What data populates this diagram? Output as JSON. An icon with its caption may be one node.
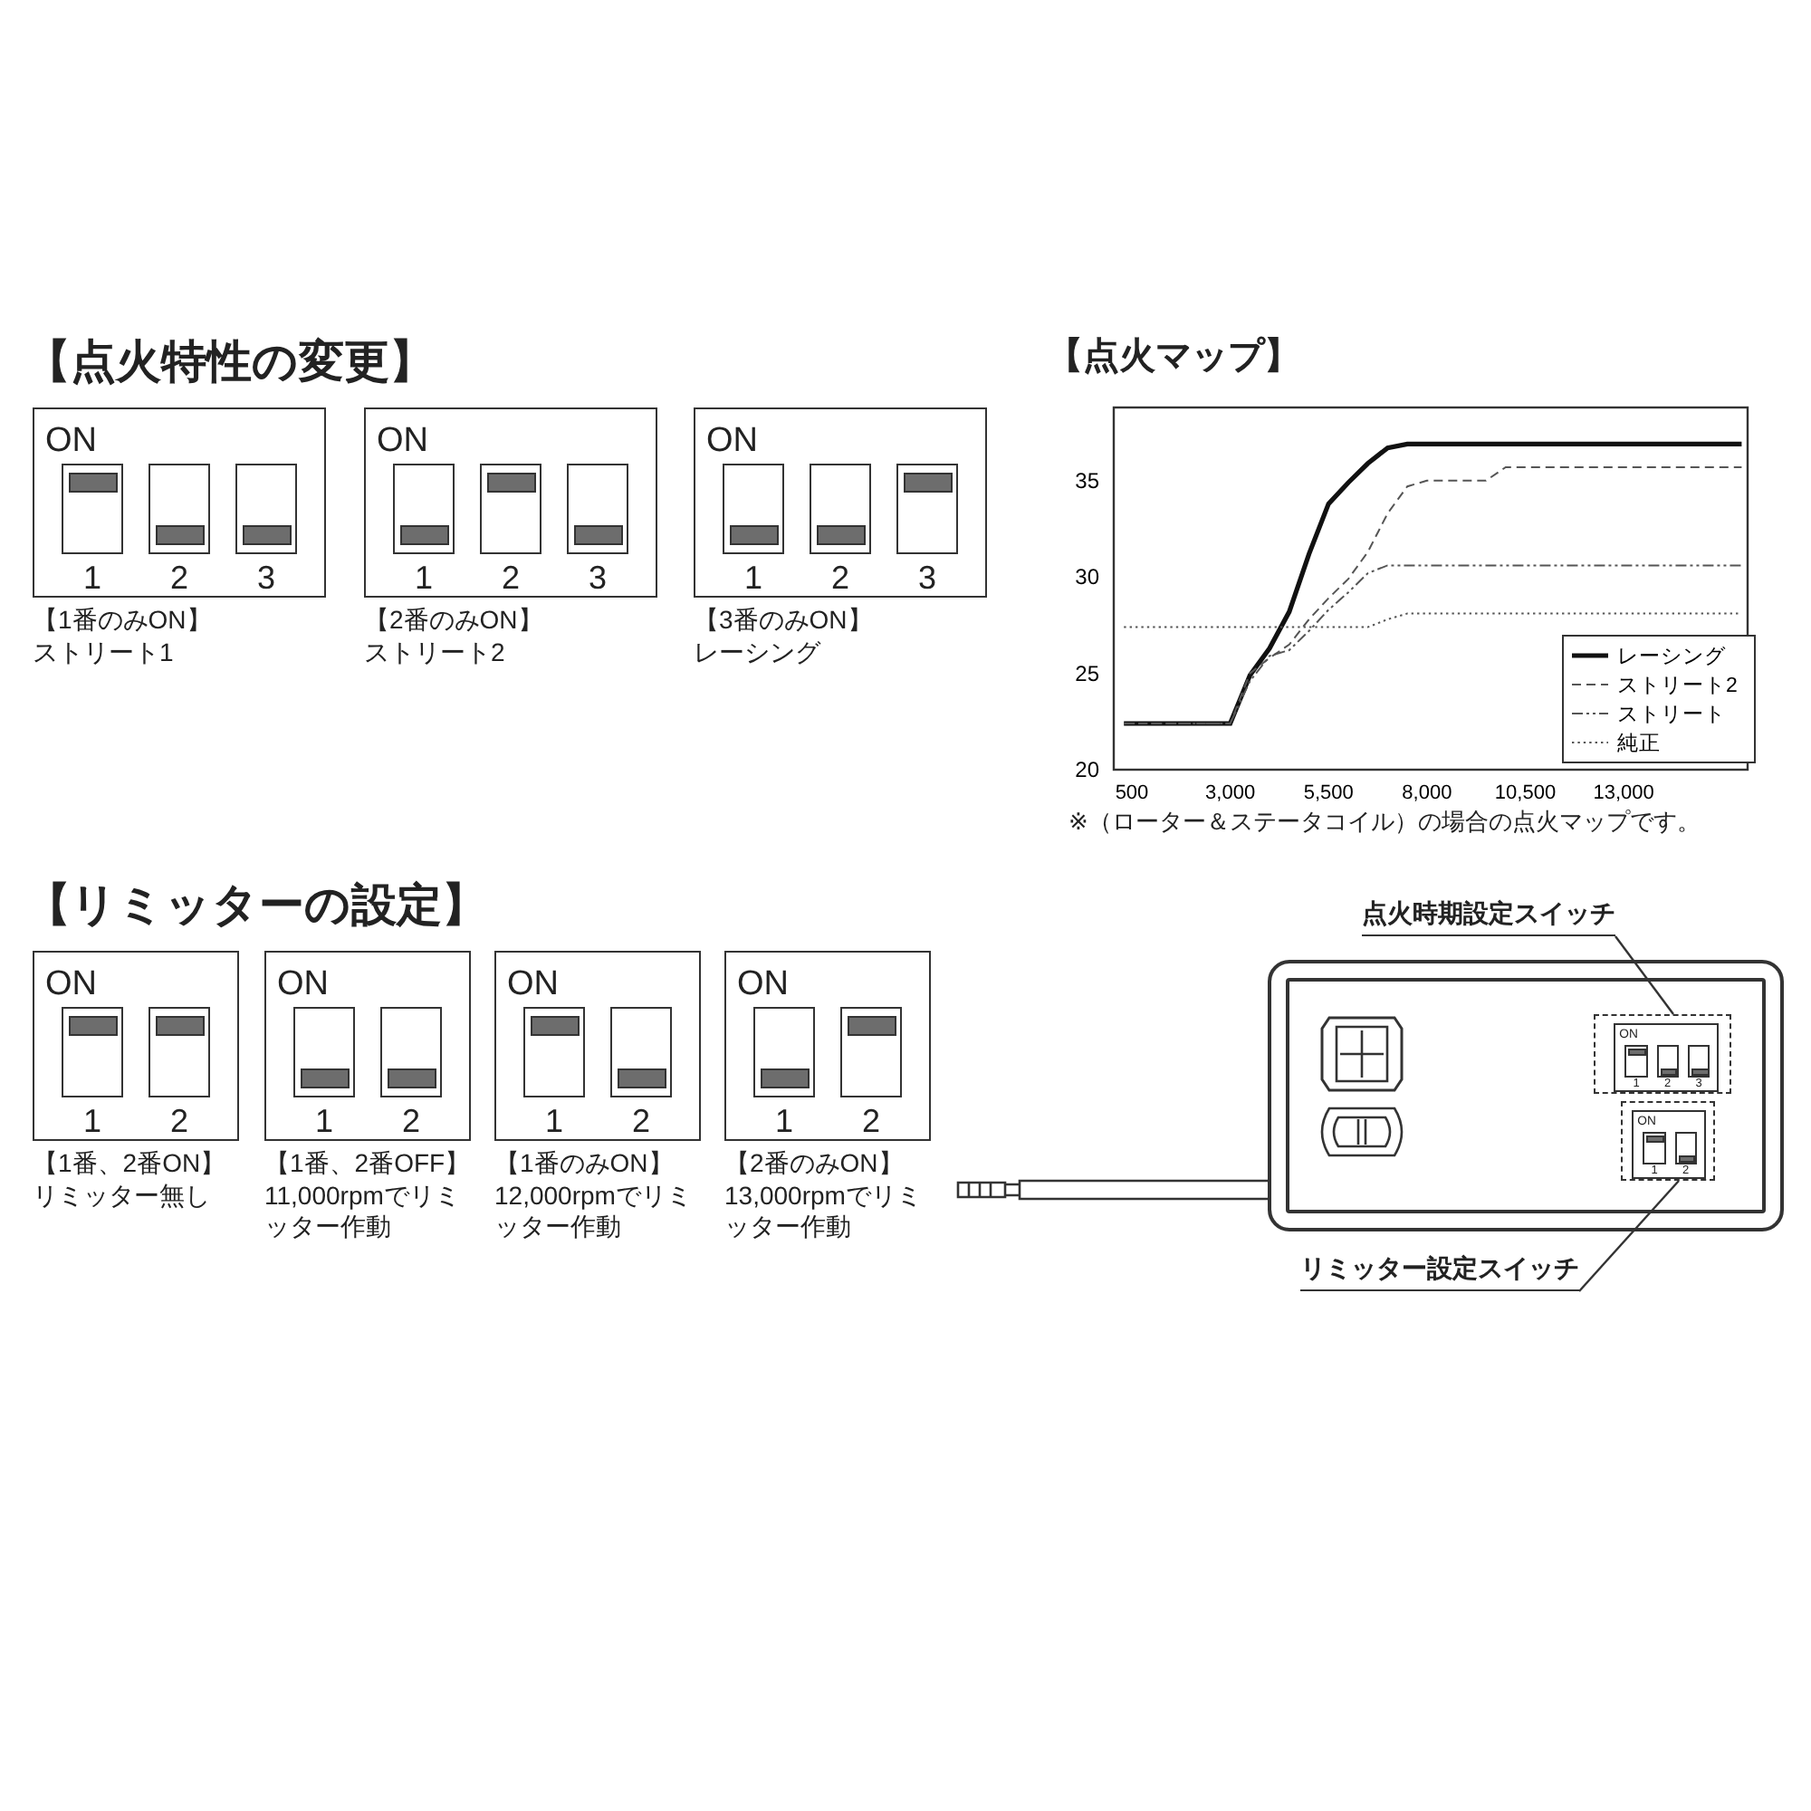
{
  "diagram": {
    "nodes": [
      {
        "text": [
          "ON"
        ],
        "beside": [
          "【1番のみON】",
          "ストリート1"
        ]
      },
      {
        "text": [
          "1"
        ],
        "in": 0
      },
      {
        "text": [
          "2"
        ],
        "in": 0
      },
      {
        "text": [
          "3"
        ],
        "in": 0
      },
      {
        "text": [
          "ON"
        ],
        "beside": [
          "【2番のみON】",
          "ストリート2"
        ]
      },
      {
        "text": [
          "1"
        ],
        "in": 4
      },
      {
        "text": [
          "2"
        ],
        "in": 4
      },
      {
        "text": [
          "3"
        ],
        "in": 4
      },
      {
        "text": [
          "ON"
        ],
        "beside": [
          "【3番のみON】",
          "レーシング"
        ]
      },
      {
        "text": [
          "1"
        ],
        "in": 8
      },
      {
        "text": [
          "2"
        ],
        "in": 8
      },
      {
        "text": [
          "3"
        ],
        "in": 8
      },
      {
        "text": [
          "ON"
        ],
        "beside": [
          "【1番、2番ON】",
          "リミッター無し"
        ]
      },
      {
        "text": [
          "1"
        ],
        "in": 12
      },
      {
        "text": [
          "2"
        ],
        "in": 12
      },
      {
        "text": [
          "ON"
        ],
        "beside": [
          "【1番、2番OFF】",
          "11,000rpmでリミッター作動"
        ]
      },
      {
        "text": [
          "1"
        ],
        "in": 15
      },
      {
        "text": [
          "2"
        ],
        "in": 15
      },
      {
        "text": [
          "ON"
        ],
        "beside": [
          "【1番のみON】",
          "12,000rpmでリミッター作動"
        ]
      },
      {
        "text": [
          "1"
        ],
        "in": 18
      },
      {
        "text": [
          "2"
        ],
        "in": 18
      },
      {
        "text": [
          "ON"
        ],
        "beside": [
          "【2番のみON】",
          "13,000rpmでリミッター作動"
        ]
      },
      {
        "text": [
          "1"
        ],
        "in": 21
      },
      {
        "text": [
          "2"
        ],
        "in": 21
      },
      {
        "text": [
          "点火時期設定スイッチ"
        ]
      },
      {
        "text": [],
        "shape": "box"
      },
      {
        "text": [],
        "shape": "box",
        "in": 25
      },
      {
        "text": [
          "ON"
        ],
        "in": 26
      },
      {
        "text": [
          "1"
        ],
        "in": 27
      },
      {
        "text": [
          "2"
        ],
        "in": 27
      },
      {
        "text": [
          "3"
        ],
        "in": 27
      },
      {
        "text": [],
        "shape": "box",
        "in": 25
      },
      {
        "text": [
          "ON"
        ],
        "in": 31
      },
      {
        "text": [
          "1"
        ],
        "in": 32
      },
      {
        "text": [
          "2"
        ],
        "in": 32
      },
      {
        "text": [
          "リミッター設定スイッチ"
        ]
      }
    ],
    "edges": [
      {
        "from": 24,
        "to": 26,
        "arrow": "none"
      },
      {
        "from": 35,
        "to": 31,
        "arrow": "none"
      }
    ],
    "labels": [
      "【点火特性の変更】",
      "【リミッターの設定】",
      "※（ローター＆ステータコイル）の場合の点火マップです。"
    ],
    "chart_data": {
      "type": "line",
      "title": "【点火マップ】",
      "x": [
        300,
        3000,
        3500,
        4000,
        4500,
        5000,
        5500,
        6000,
        6500,
        7000,
        7500,
        8000,
        9500,
        10000,
        16000
      ],
      "series": [
        {
          "name": "レーシング",
          "color": "#111111",
          "line_style": "solid",
          "values": [
            22.4,
            22.4,
            24.9,
            26.3,
            28.2,
            31.2,
            33.8,
            34.9,
            35.9,
            36.7,
            36.9,
            36.9,
            36.9,
            36.9,
            36.9
          ]
        },
        {
          "name": "ストリート2",
          "color": "#555555",
          "line_style": "dashed",
          "values": [
            22.4,
            22.4,
            25.0,
            25.8,
            26.5,
            27.8,
            28.9,
            29.9,
            31.3,
            33.3,
            34.7,
            35.0,
            35.0,
            35.7,
            35.7
          ]
        },
        {
          "name": "ストリート",
          "color": "#555555",
          "line_style": "dashdot",
          "values": [
            22.4,
            22.4,
            24.6,
            25.9,
            26.2,
            27.2,
            28.3,
            29.2,
            30.2,
            30.6,
            30.6,
            30.6,
            30.6,
            30.6,
            30.6
          ]
        },
        {
          "name": "純正",
          "color": "#555555",
          "line_style": "dotted",
          "values": [
            27.4,
            27.4,
            27.4,
            27.4,
            27.4,
            27.4,
            27.4,
            27.4,
            27.4,
            27.8,
            28.1,
            28.1,
            28.1,
            28.1,
            28.1
          ]
        }
      ],
      "legend": true,
      "xlim": [
        40,
        16150
      ],
      "ylim": [
        20,
        38.8
      ],
      "xticks": [
        {
          "value": 500,
          "label": "500"
        },
        {
          "value": 3000,
          "label": "3,000"
        },
        {
          "value": 5500,
          "label": "5,500"
        },
        {
          "value": 8000,
          "label": "8,000"
        },
        {
          "value": 10500,
          "label": "10,500"
        },
        {
          "value": 13000,
          "label": "13,000"
        }
      ],
      "yticks": [
        20,
        25,
        30,
        35
      ]
    }
  }
}
